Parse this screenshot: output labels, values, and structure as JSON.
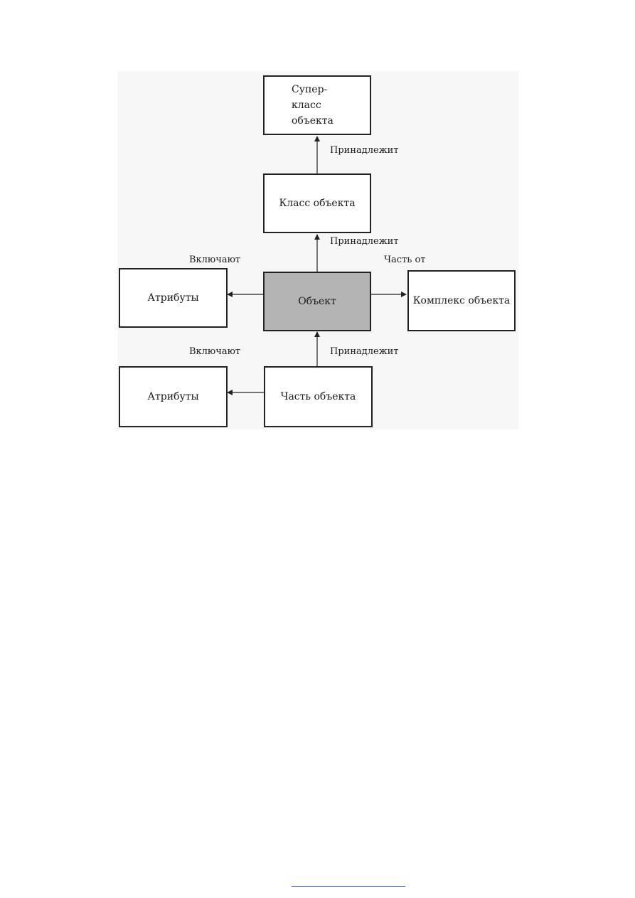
{
  "diagram": {
    "nodes": {
      "superclass": {
        "label": "Супер-класс объекта"
      },
      "class": {
        "label": "Класс объекта"
      },
      "object": {
        "label": "Объект"
      },
      "attributes_top": {
        "label": "Атрибуты"
      },
      "complex": {
        "label": "Комплекс объекта"
      },
      "part": {
        "label": "Часть объекта"
      },
      "attributes_bottom": {
        "label": "Атрибуты"
      }
    },
    "edges": {
      "class_to_superclass": "Принадлежит",
      "object_to_class": "Принадлежит",
      "part_to_object": "Принадлежит",
      "object_to_attributes": "Включают",
      "part_to_attributes": "Включают",
      "object_to_complex": "Часть от"
    },
    "colors": {
      "object_fill": "#b4b4b4",
      "line": "#222222"
    }
  }
}
